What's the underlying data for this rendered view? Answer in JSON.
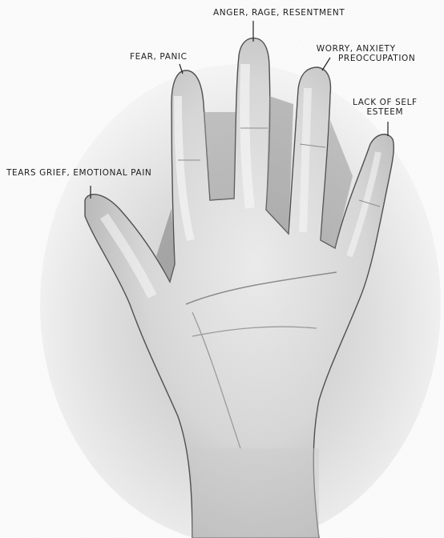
{
  "labels": {
    "thumb": "TEARS GRIEF, EMOTIONAL PAIN",
    "index": "FEAR, PANIC",
    "middle": "ANGER, RAGE, RESENTMENT",
    "ring_line1": "WORRY, ANXIETY",
    "ring_line2": "PREOCCUPATION",
    "pinky_line1": "LACK OF SELF",
    "pinky_line2": "ESTEEM"
  },
  "colors": {
    "ink": "#1d1d1d",
    "skin_light": "#f2f2f2",
    "skin_mid": "#c9c9c9",
    "shadow": "#8a8a8a"
  }
}
